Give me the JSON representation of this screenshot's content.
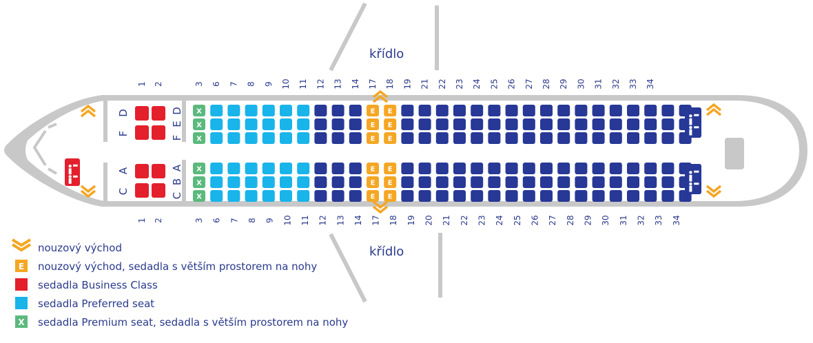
{
  "colors": {
    "business": "#e3202c",
    "preferred": "#19b4ea",
    "premium": "#5bb97d",
    "standard": "#273896",
    "exit": "#f5a623",
    "fuselage": "#c8c8c8",
    "text": "#2a3a8c"
  },
  "wings": {
    "top_label": "křídlo",
    "bottom_label": "křídlo"
  },
  "row_numbers_top": [
    "1",
    "2",
    "3",
    "6",
    "7",
    "8",
    "9",
    "10",
    "11",
    "12",
    "13",
    "14",
    "17",
    "18",
    "19",
    "21",
    "22",
    "23",
    "24",
    "25",
    "26",
    "27",
    "28",
    "29",
    "30",
    "31",
    "32",
    "33",
    "34"
  ],
  "row_numbers_bottom": [
    "1",
    "2",
    "3",
    "6",
    "7",
    "8",
    "9",
    "10",
    "11",
    "12",
    "13",
    "14",
    "17",
    "18",
    "19",
    "20",
    "21",
    "22",
    "23",
    "24",
    "25",
    "26",
    "27",
    "28",
    "29",
    "30",
    "31",
    "32",
    "33",
    "34"
  ],
  "seat_letters": {
    "business_top": [
      "D",
      "F"
    ],
    "business_bottom": [
      "A",
      "C"
    ],
    "economy_top": [
      "D",
      "E",
      "F"
    ],
    "economy_bottom": [
      "A",
      "B",
      "C"
    ]
  },
  "seat_marks": {
    "exit_legroom": "E",
    "premium": "X"
  },
  "seat_columns": [
    {
      "type": "business"
    },
    {
      "type": "business"
    },
    {
      "type": "premium"
    },
    {
      "type": "preferred"
    },
    {
      "type": "preferred"
    },
    {
      "type": "preferred"
    },
    {
      "type": "preferred"
    },
    {
      "type": "preferred"
    },
    {
      "type": "preferred"
    },
    {
      "type": "standard"
    },
    {
      "type": "standard"
    },
    {
      "type": "standard"
    },
    {
      "type": "exit"
    },
    {
      "type": "exit"
    },
    {
      "type": "standard"
    },
    {
      "type": "standard"
    },
    {
      "type": "standard"
    },
    {
      "type": "standard"
    },
    {
      "type": "standard"
    },
    {
      "type": "standard"
    },
    {
      "type": "standard"
    },
    {
      "type": "standard"
    },
    {
      "type": "standard"
    },
    {
      "type": "standard"
    },
    {
      "type": "standard"
    },
    {
      "type": "standard"
    },
    {
      "type": "standard"
    },
    {
      "type": "standard"
    },
    {
      "type": "standard"
    },
    {
      "type": "standard"
    },
    {
      "type": "standard"
    }
  ],
  "icons": {
    "exit_chevron": "chevron-down-icon",
    "lavatory": "lavatory-icon"
  },
  "legend": [
    {
      "kind": "exit-chevron",
      "text": "nouzový východ"
    },
    {
      "kind": "exit",
      "mark": "E",
      "text": "nouzový východ, sedadla s větším prostorem na nohy"
    },
    {
      "kind": "business",
      "text": "sedadla Business Class"
    },
    {
      "kind": "preferred",
      "text": "sedadla Preferred seat"
    },
    {
      "kind": "premium",
      "mark": "X",
      "text": "sedadla Premium seat, sedadla s větším prostorem na nohy"
    }
  ]
}
